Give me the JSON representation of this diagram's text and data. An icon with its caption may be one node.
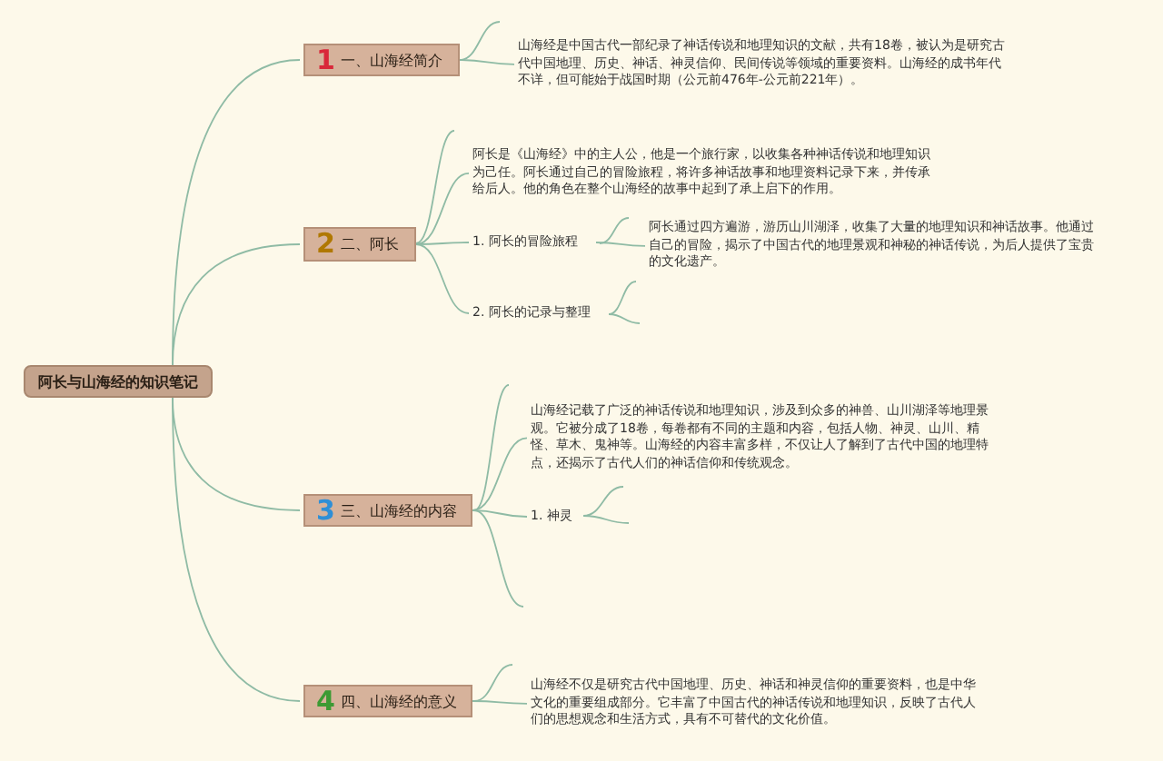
{
  "diagram": {
    "nodes": [
      {
        "text": [
          "阿长与山海经的知识笔记"
        ]
      },
      {
        "text": [
          "1",
          "一、山海经简介"
        ]
      },
      {
        "text": [
          "山海经是中国古代一部纪录了神话传说和地理知识的文献，共有18卷，被认为是研究古代中国地理、历史、神话、神灵信仰、民间传说等领域的重要资料。山海经的成书年代不详，但可能始于战国时期（公元前476年-公元前221年）。"
        ]
      },
      {
        "text": [
          "2",
          "二、阿长"
        ]
      },
      {
        "text": [
          "阿长是《山海经》中的主人公，他是一个旅行家，以收集各种神话传说和地理知识为己任。阿长通过自己的冒险旅程，将许多神话故事和地理资料记录下来，并传承给后人。他的角色在整个山海经的故事中起到了承上启下的作用。"
        ]
      },
      {
        "text": [
          "1. 阿长的冒险旅程"
        ]
      },
      {
        "text": [
          "阿长通过四方遍游，游历山川湖泽，收集了大量的地理知识和神话故事。他通过自己的冒险，揭示了中国古代的地理景观和神秘的神话传说，为后人提供了宝贵的文化遗产。"
        ]
      },
      {
        "text": [
          "2. 阿长的记录与整理"
        ]
      },
      {
        "text": [
          "3",
          "三、山海经的内容"
        ]
      },
      {
        "text": [
          "山海经记载了广泛的神话传说和地理知识，涉及到众多的神兽、山川湖泽等地理景观。它被分成了18卷，每卷都有不同的主题和内容，包括人物、神灵、山川、精怪、草木、鬼神等。山海经的内容丰富多样，不仅让人了解到了古代中国的地理特点，还揭示了古代人们的神话信仰和传统观念。"
        ]
      },
      {
        "text": [
          "1. 神灵"
        ]
      },
      {
        "text": [
          "4",
          "四、山海经的意义"
        ]
      },
      {
        "text": [
          "山海经不仅是研究古代中国地理、历史、神话和神灵信仰的重要资料，也是中华文化的重要组成部分。它丰富了中国古代的神话传说和地理知识，反映了古代人们的思想观念和生活方式，具有不可替代的文化价值。"
        ]
      }
    ],
    "edges": [
      {
        "from": 0,
        "to": 1,
        "arrow": "none"
      },
      {
        "from": 0,
        "to": 3,
        "arrow": "none"
      },
      {
        "from": 0,
        "to": 8,
        "arrow": "none"
      },
      {
        "from": 0,
        "to": 11,
        "arrow": "none"
      },
      {
        "from": 1,
        "to": 2,
        "arrow": "none"
      },
      {
        "from": 3,
        "to": 4,
        "arrow": "none"
      },
      {
        "from": 3,
        "to": 5,
        "arrow": "none"
      },
      {
        "from": 3,
        "to": 7,
        "arrow": "none"
      },
      {
        "from": 5,
        "to": 6,
        "arrow": "none"
      },
      {
        "from": 8,
        "to": 9,
        "arrow": "none"
      },
      {
        "from": 8,
        "to": 10,
        "arrow": "none"
      },
      {
        "from": 11,
        "to": 12,
        "arrow": "none"
      }
    ]
  }
}
